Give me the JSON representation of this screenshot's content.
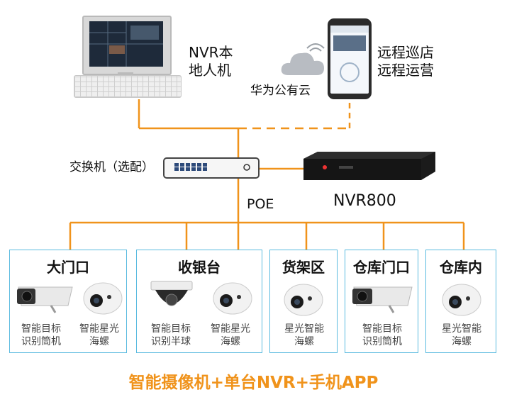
{
  "nodes": {
    "local_pc": "NVR本\n地人机",
    "remote": "远程巡店\n远程运营",
    "cloud": "华为公有云",
    "switch": "交换机（选配）",
    "poe": "POE",
    "nvr": "NVR800"
  },
  "groups": [
    {
      "title": "大门口",
      "captions": [
        "智能目标\n识别筒机",
        "智能星光\n海螺"
      ]
    },
    {
      "title": "收银台",
      "captions": [
        "智能目标\n识别半球",
        "智能星光\n海螺"
      ]
    },
    {
      "title": "货架区",
      "captions": [
        "星光智能\n海螺"
      ]
    },
    {
      "title": "仓库门口",
      "captions": [
        "智能目标\n识别筒机"
      ]
    },
    {
      "title": "仓库内",
      "captions": [
        "星光智能\n海螺"
      ]
    }
  ],
  "footer": "智能摄像机+单台NVR+手机APP",
  "colors": {
    "line": "#f0931b",
    "box_border": "#5bbbe0",
    "footer": "#f0931b"
  }
}
